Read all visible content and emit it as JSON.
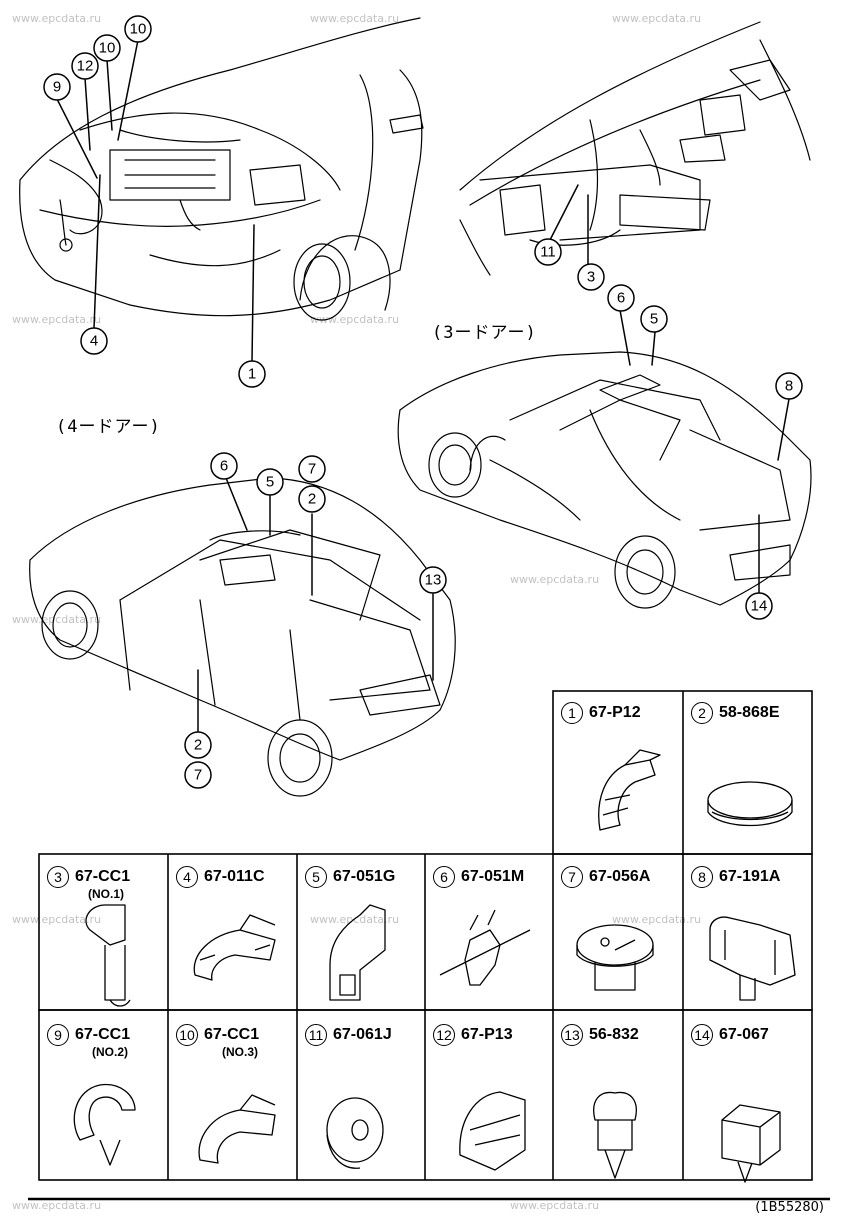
{
  "watermark": "www.epcdata.ru",
  "door_labels": {
    "three_door": "(3ードアー)",
    "four_door": "(4ードアー)"
  },
  "callouts": {
    "front": [
      "9",
      "12",
      "10",
      "10",
      "4",
      "1"
    ],
    "rear_interior": [
      "11",
      "3"
    ],
    "three_door": [
      "6",
      "5",
      "8",
      "14"
    ],
    "four_door": [
      "6",
      "5",
      "7",
      "2",
      "13",
      "2",
      "7"
    ]
  },
  "parts": [
    {
      "no": "1",
      "part": "67-P12",
      "sub": ""
    },
    {
      "no": "2",
      "part": "58-868E",
      "sub": ""
    },
    {
      "no": "3",
      "part": "67-CC1",
      "sub": "(NO.1)"
    },
    {
      "no": "4",
      "part": "67-011C",
      "sub": ""
    },
    {
      "no": "5",
      "part": "67-051G",
      "sub": ""
    },
    {
      "no": "6",
      "part": "67-051M",
      "sub": ""
    },
    {
      "no": "7",
      "part": "67-056A",
      "sub": ""
    },
    {
      "no": "8",
      "part": "67-191A",
      "sub": ""
    },
    {
      "no": "9",
      "part": "67-CC1",
      "sub": "(NO.2)"
    },
    {
      "no": "10",
      "part": "67-CC1",
      "sub": "(NO.3)"
    },
    {
      "no": "11",
      "part": "67-061J",
      "sub": ""
    },
    {
      "no": "12",
      "part": "67-P13",
      "sub": ""
    },
    {
      "no": "13",
      "part": "56-832",
      "sub": ""
    },
    {
      "no": "14",
      "part": "67-067",
      "sub": ""
    }
  ],
  "figure_code": "(1B55280)"
}
